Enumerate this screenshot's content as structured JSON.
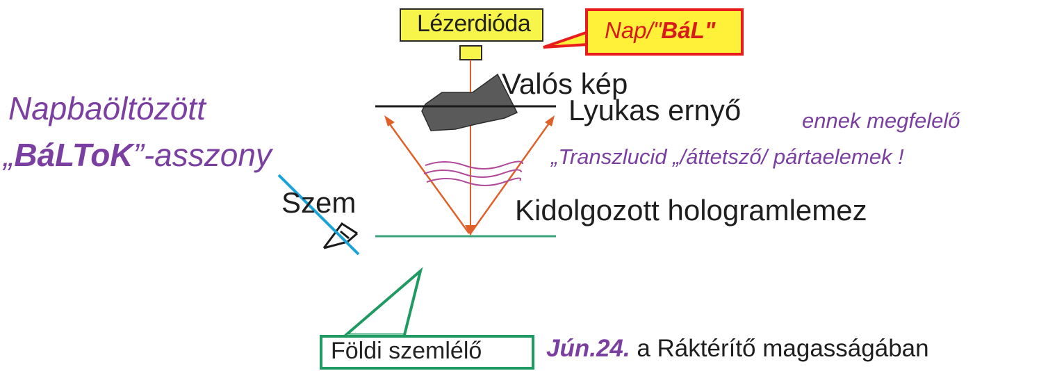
{
  "labels": {
    "laser": "Lézerdióda",
    "nap_prefix": "Nap/\"",
    "nap_bold": "BáL\"",
    "real_image": "Valós kép",
    "screen": "Lyukas ernyő",
    "hologram": "Kidolgozott hologramlemez",
    "eye": "Szem",
    "lady_line1": "Napbaöltözött",
    "lady_line2_prefix": "„",
    "lady_line2_bold": "BáLToK",
    "lady_line2_suffix": "”-asszony",
    "ennek": "ennek megfelelő",
    "transzlucid": "„Transzlucid „/áttetsző/ pártaelemek !",
    "observer": "Földi szemlélő",
    "date": "Jún.24.",
    "date_rest": " a Ráktérítő magasságában"
  },
  "colors": {
    "laser_box": "#f7f44a",
    "callout_fill": "#fff03a",
    "callout_border": "#e81c1c",
    "ray": "#e0602a",
    "plate": "#3aa37a",
    "observer_border": "#1f9a63",
    "accent_text": "#7a3fa0",
    "strike": "#1aa3d8",
    "waves": "#b04a9a"
  }
}
